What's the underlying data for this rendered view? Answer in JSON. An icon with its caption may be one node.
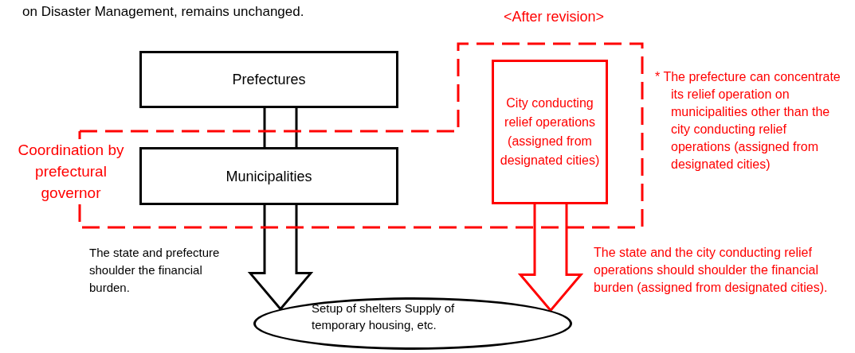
{
  "diagram": {
    "nodes": [
      {
        "text": [
          "Coordination by prefectural governor"
        ]
      },
      {
        "text": [
          "Prefectures"
        ]
      },
      {
        "text": [
          "City conducting relief operations (assigned from designated cities)"
        ],
        "in": 0
      },
      {
        "text": [
          "Municipalities"
        ],
        "in": 0
      },
      {
        "text": [
          "Setup of shelters Supply of temporary housing, etc."
        ]
      }
    ],
    "edges": [
      {
        "from": 1,
        "to": 3,
        "arrow": "none"
      },
      {
        "from": 3,
        "to": 4,
        "arrow": "to"
      },
      {
        "from": 2,
        "to": 4,
        "arrow": "to",
        "color": "#ff0000"
      }
    ],
    "labels": [
      "on Disaster Management, remains unchanged.",
      "<After revision>",
      "* The prefecture can concentrate its relief operation on municipalities other than the city conducting relief operations (assigned from designated cities)",
      "The state and prefecture shoulder the financial burden.",
      "The state and the city conducting relief operations should shoulder the financial burden (assigned from designated cities)."
    ]
  }
}
